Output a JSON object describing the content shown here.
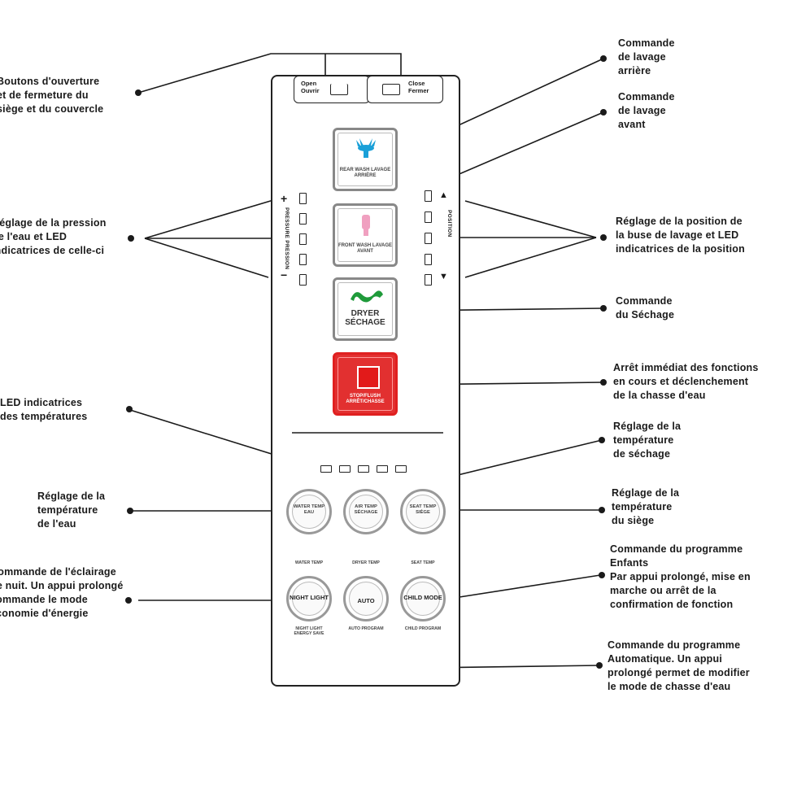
{
  "annotations": {
    "lid_buttons": [
      "Boutons d'ouverture",
      "et de fermeture du",
      "siège et du couvercle"
    ],
    "rear_wash": [
      "Commande",
      "de lavage",
      "arrière"
    ],
    "front_wash": [
      "Commande",
      "de lavage",
      "avant"
    ],
    "pressure": [
      "Réglage de la pression",
      "de l'eau et LED",
      "indicatrices de celle-ci"
    ],
    "nozzle_position": [
      "Réglage de la position de",
      "la buse de lavage et LED",
      "indicatrices de la position"
    ],
    "dryer": [
      "Commande",
      "du Séchage"
    ],
    "stop": [
      "Arrêt immédiat des fonctions",
      "en cours et déclenchement",
      "de la chasse d'eau"
    ],
    "temp_leds": [
      "LED indicatrices",
      "des températures"
    ],
    "dry_temp": [
      "Réglage de la",
      "température",
      "de séchage"
    ],
    "water_temp": [
      "Réglage de la",
      "température",
      "de l'eau"
    ],
    "seat_temp": [
      "Réglage de la",
      "température",
      "du siège"
    ],
    "night_light": [
      "Commande de l'éclairage",
      "de nuit. Un appui prolongé",
      "commande le mode",
      "économie d'énergie"
    ],
    "kids": [
      "Commande du programme",
      "Enfants",
      "Par appui prolongé, mise en",
      "marche ou arrêt de la",
      "confirmation de fonction"
    ],
    "auto": [
      "Commande du programme",
      "Automatique. Un appui",
      "prolongé permet de modifier",
      "le mode de chasse d'eau"
    ]
  },
  "remote": {
    "open": {
      "line1": "Open",
      "line2": "Ouvrir"
    },
    "close": {
      "line1": "Close",
      "line2": "Fermer"
    },
    "rear_caption": "REAR WASH LAVAGE ARRIÈRE",
    "front_caption": "FRONT WASH LAVAGE AVANT",
    "dryer_line1": "DRYER",
    "dryer_line2": "SÉCHAGE",
    "stop_caption": "STOP/FLUSH ARRÊT/CHASSE",
    "pressure_text": "PRESSURE PRESSION",
    "position_text": "POSITION",
    "plus": "+",
    "minus": "−",
    "up": "▲",
    "down": "▼",
    "water_temp_cap": "WATER TEMP EAU",
    "dry_temp_cap": "AIR TEMP SÉCHAGE",
    "seat_temp_cap": "SEAT TEMP SIÈGE",
    "night_cap": "NIGHT LIGHT",
    "auto_cap": "AUTO",
    "kids_cap": "CHILD MODE",
    "tiny_top_1": "WATER TEMP",
    "tiny_top_2": "DRYER TEMP",
    "tiny_top_3": "SEAT TEMP",
    "tiny_bot_1": "NIGHT LIGHT ENERGY SAVE",
    "tiny_bot_2": "AUTO PROGRAM",
    "tiny_bot_3": "CHILD PROGRAM"
  },
  "colors": {
    "rear_icon": "#1aa0d8",
    "front_icon": "#f0a0c0",
    "dryer_icon": "#1f9a3a",
    "stop": "#e02020"
  }
}
